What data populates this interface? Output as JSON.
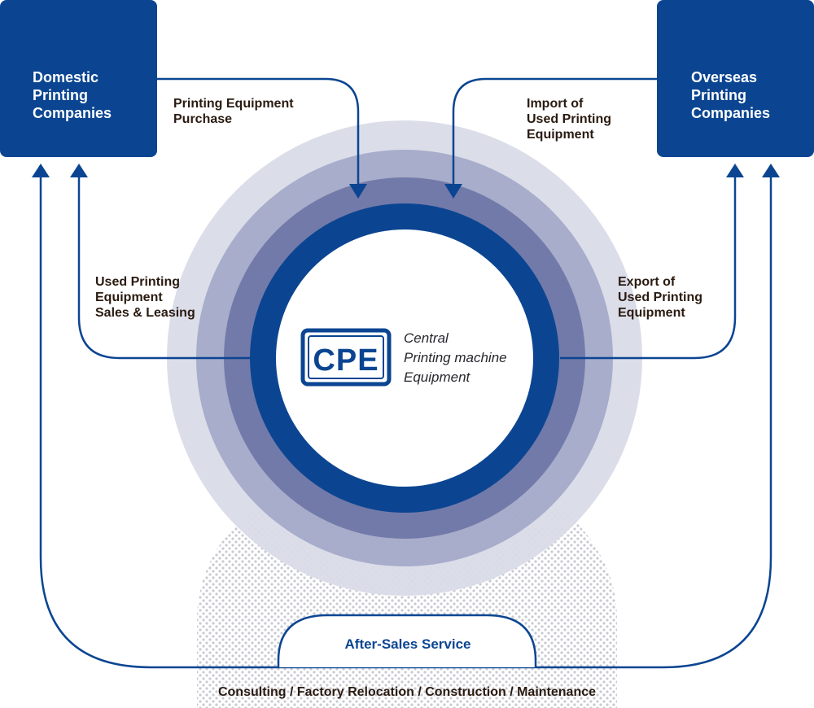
{
  "boxes": {
    "domestic": "Domestic\nPrinting\nCompanies",
    "overseas": "Overseas\nPrinting\nCompanies"
  },
  "flows": {
    "purchase": "Printing Equipment\nPurchase",
    "sales_leasing": "Used Printing\nEquipment\nSales & Leasing",
    "import": "Import of\nUsed Printing\nEquipment",
    "export": "Export of\nUsed Printing\nEquipment"
  },
  "center": {
    "logo_mark": "CPE",
    "logo_text": "Central\nPrinting machine\nEquipment"
  },
  "after_sales": "After-Sales Service",
  "footer": "Consulting / Factory Relocation / Construction / Maintenance",
  "colors": {
    "brand_blue": "#0b4592",
    "ring_outer": "#d9dbe8",
    "ring_2": "#a4aac8",
    "ring_3": "#6f77a6",
    "ring_inner": "#0b4592",
    "label_text": "#2a1a10"
  }
}
